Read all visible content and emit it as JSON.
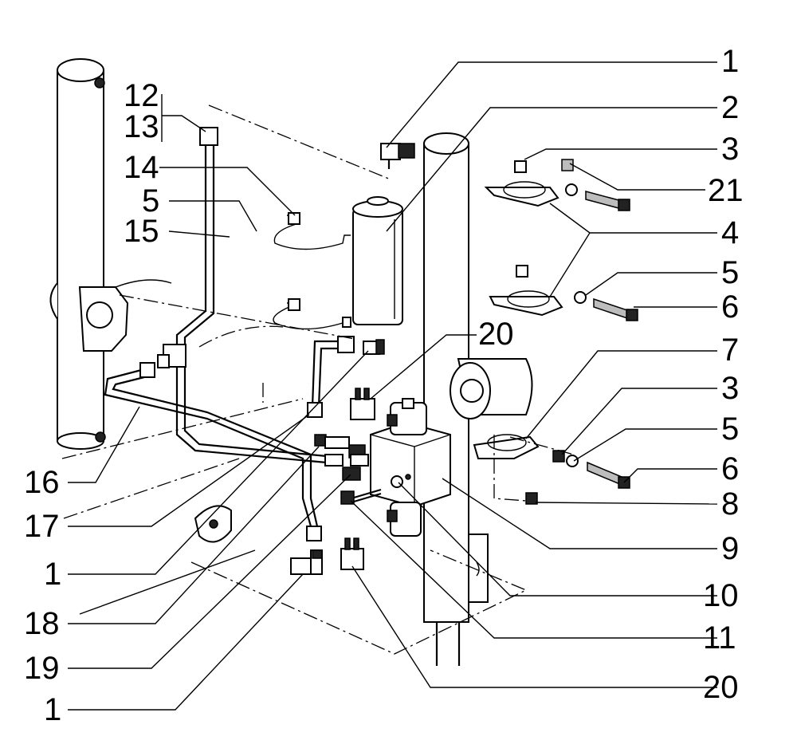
{
  "labels": {
    "l1_top": "1",
    "l2": "2",
    "l3_top": "3",
    "l21": "21",
    "l4": "4",
    "l5_right": "5",
    "l6_top": "6",
    "l20_top": "20",
    "l7": "7",
    "l3_mid": "3",
    "l5_mid": "5",
    "l6_mid": "6",
    "l8": "8",
    "l9": "9",
    "l10": "10",
    "l11": "11",
    "l20_bottom": "20",
    "l12": "12",
    "l13": "13",
    "l14": "14",
    "l5_left": "5",
    "l15": "15",
    "l16": "16",
    "l17": "17",
    "l1_left": "1",
    "l18": "18",
    "l19": "19",
    "l1_bottom": "1"
  }
}
